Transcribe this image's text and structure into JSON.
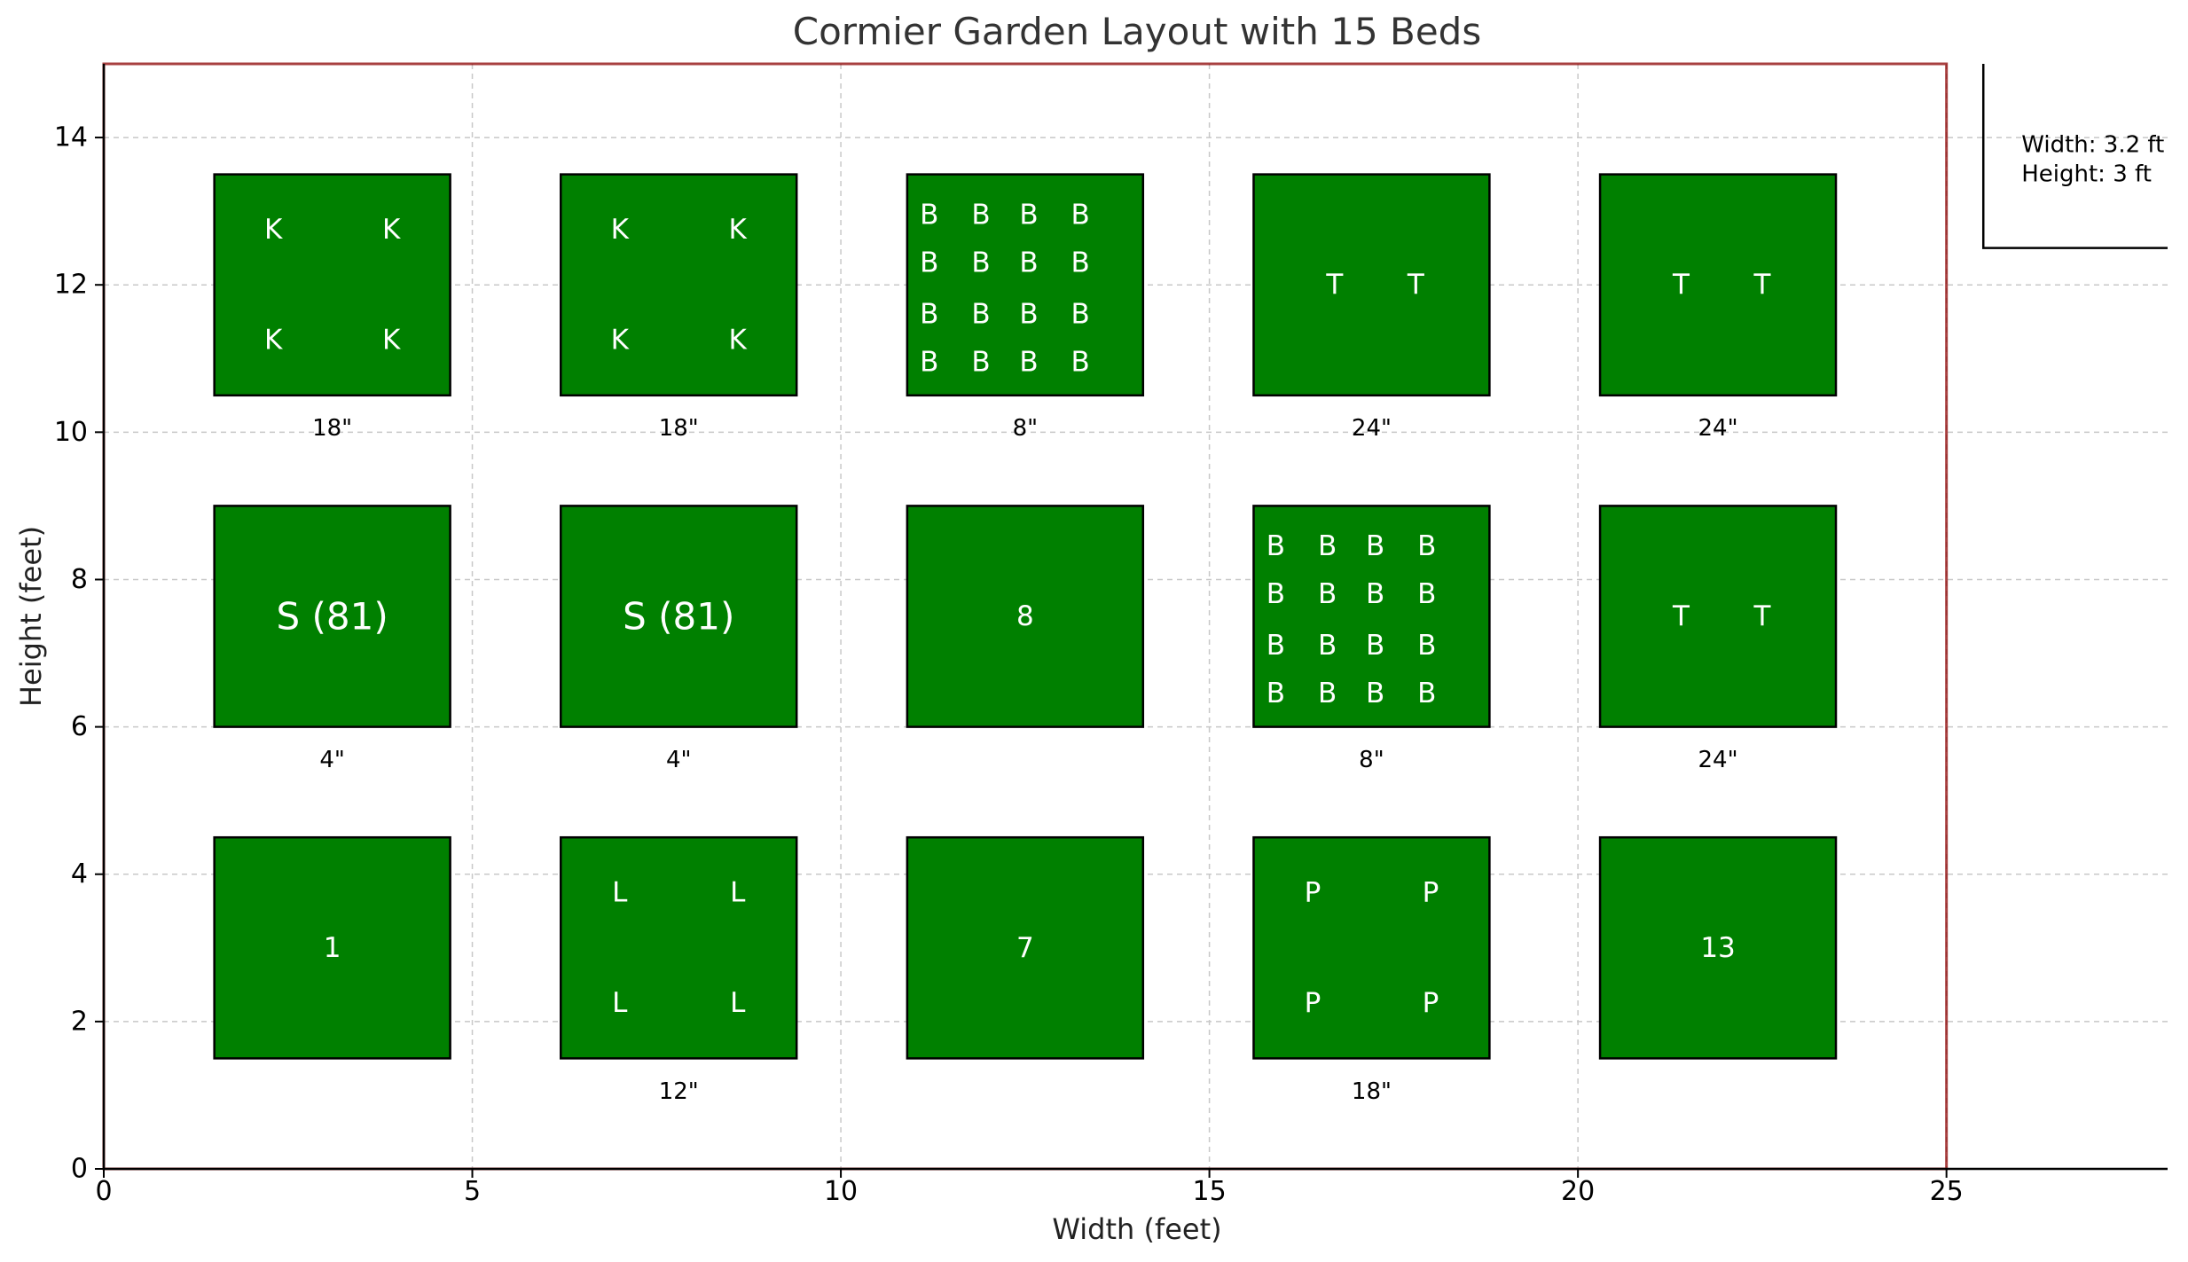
{
  "chart_data": {
    "type": "scatter",
    "title": "Cormier Garden Layout with 15 Beds",
    "xlabel": "Width (feet)",
    "ylabel": "Height (feet)",
    "xlim": [
      0,
      28
    ],
    "ylim": [
      0,
      15
    ],
    "xticks": [
      0,
      5,
      10,
      15,
      20,
      25
    ],
    "yticks": [
      0,
      2,
      4,
      6,
      8,
      10,
      12,
      14
    ],
    "grid": true,
    "garden_boundary": {
      "x": [
        0,
        25
      ],
      "y": [
        0,
        15
      ],
      "color": "#8b0000"
    },
    "bed_color": "#008000",
    "beds": [
      {
        "id": 1,
        "x": [
          1.5,
          4.7
        ],
        "y": [
          1.5,
          4.5
        ],
        "label": "1"
      },
      {
        "id": 2,
        "x": [
          1.5,
          4.7
        ],
        "y": [
          6.0,
          9.0
        ],
        "label": "S (81)",
        "large": true,
        "spacing": "4\""
      },
      {
        "id": 3,
        "x": [
          1.5,
          4.7
        ],
        "y": [
          10.5,
          13.5
        ],
        "spacing": "18\"",
        "plants": {
          "letter": "K",
          "cols": [
            2.3,
            3.9
          ],
          "rows": [
            12.75,
            11.25
          ]
        }
      },
      {
        "id": 4,
        "x": [
          6.2,
          9.4
        ],
        "y": [
          1.5,
          4.5
        ],
        "spacing": "12\"",
        "plants": {
          "letter": "L",
          "cols": [
            7.0,
            8.6
          ],
          "rows": [
            3.75,
            2.25
          ]
        }
      },
      {
        "id": 5,
        "x": [
          6.2,
          9.4
        ],
        "y": [
          6.0,
          9.0
        ],
        "label": "S (81)",
        "large": true,
        "spacing": "4\""
      },
      {
        "id": 6,
        "x": [
          6.2,
          9.4
        ],
        "y": [
          10.5,
          13.5
        ],
        "spacing": "18\"",
        "plants": {
          "letter": "K",
          "cols": [
            7.0,
            8.6
          ],
          "rows": [
            12.75,
            11.25
          ]
        }
      },
      {
        "id": 7,
        "x": [
          10.9,
          14.1
        ],
        "y": [
          1.5,
          4.5
        ],
        "label": "7"
      },
      {
        "id": 8,
        "x": [
          10.9,
          14.1
        ],
        "y": [
          6.0,
          9.0
        ],
        "label": "8"
      },
      {
        "id": 9,
        "x": [
          10.9,
          14.1
        ],
        "y": [
          10.5,
          13.5
        ],
        "spacing": "8\"",
        "plants": {
          "letter": "B",
          "cols": [
            11.2,
            11.9,
            12.55,
            13.25
          ],
          "rows": [
            12.95,
            12.3,
            11.6,
            10.95
          ]
        }
      },
      {
        "id": 10,
        "x": [
          15.6,
          18.8
        ],
        "y": [
          1.5,
          4.5
        ],
        "spacing": "18\"",
        "plants": {
          "letter": "P",
          "cols": [
            16.4,
            18.0
          ],
          "rows": [
            3.75,
            2.25
          ]
        }
      },
      {
        "id": 11,
        "x": [
          15.6,
          18.8
        ],
        "y": [
          6.0,
          9.0
        ],
        "spacing": "8\"",
        "plants": {
          "letter": "B",
          "cols": [
            15.9,
            16.6,
            17.25,
            17.95
          ],
          "rows": [
            8.45,
            7.8,
            7.1,
            6.45
          ]
        }
      },
      {
        "id": 12,
        "x": [
          15.6,
          18.8
        ],
        "y": [
          10.5,
          13.5
        ],
        "spacing": "24\"",
        "plants": {
          "letter": "T",
          "cols": [
            16.7,
            17.8
          ],
          "rows": [
            12.0
          ]
        }
      },
      {
        "id": 13,
        "x": [
          20.3,
          23.5
        ],
        "y": [
          1.5,
          4.5
        ],
        "label": "13"
      },
      {
        "id": 14,
        "x": [
          20.3,
          23.5
        ],
        "y": [
          6.0,
          9.0
        ],
        "spacing": "24\"",
        "plants": {
          "letter": "T",
          "cols": [
            21.4,
            22.5
          ],
          "rows": [
            7.5
          ]
        }
      },
      {
        "id": 15,
        "x": [
          20.3,
          23.5
        ],
        "y": [
          10.5,
          13.5
        ],
        "spacing": "24\"",
        "plants": {
          "letter": "T",
          "cols": [
            21.4,
            22.5
          ],
          "rows": [
            12.0
          ]
        }
      }
    ],
    "legend_box": {
      "lines": [
        "Width: 3.2 ft",
        "Height: 3 ft"
      ],
      "corner_x": 25.5,
      "corner_y": 12.5
    }
  }
}
